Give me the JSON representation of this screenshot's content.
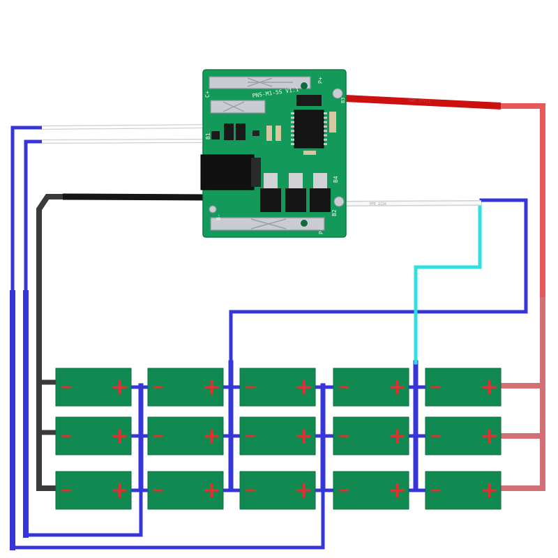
{
  "board": {
    "model": "PNS-M1-5S V1.1",
    "pads": {
      "c_plus": "C+",
      "p_plus": "P+",
      "b_minus": "B-",
      "p_minus": "P-",
      "b1": "B1",
      "b2": "B2",
      "b3": "B3",
      "b4": "B4"
    }
  },
  "wires": {
    "red_print": "AWM STYLE",
    "white_print": "PPE 2226"
  },
  "cell": {
    "positive": "+",
    "negative": "−"
  },
  "colors": {
    "pcb": "#139a5a",
    "cell": "#108a50",
    "blue": "#3535d8",
    "red": "#e85a5a",
    "pink": "#d27076",
    "cyan": "#30e0e0",
    "dark": "#3a3a3a",
    "sign_red": "#e03030"
  }
}
